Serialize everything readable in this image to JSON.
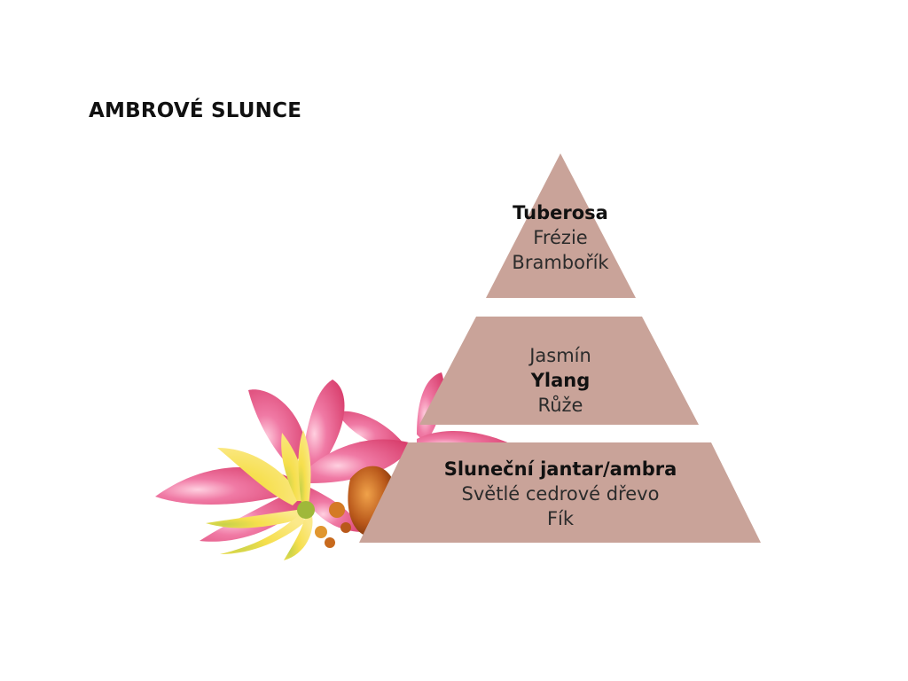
{
  "title": "AMBROVÉ SLUNCE",
  "colors": {
    "pyramid": "#c9a399",
    "petal": "#e8608e",
    "petal_light": "#f4a6c0",
    "ylang": "#f2d545",
    "amber": "#c8661c"
  },
  "pyramid": {
    "top": {
      "notes": [
        "Tuberosa",
        "Frézie",
        "Brambořík"
      ],
      "bold": [
        true,
        false,
        false
      ]
    },
    "middle": {
      "notes": [
        "Jasmín",
        "Ylang",
        "Růže"
      ],
      "bold": [
        false,
        true,
        false
      ]
    },
    "base": {
      "notes": [
        "Sluneční jantar/ambra",
        "Světlé cedrové dřevo",
        "Fík"
      ],
      "bold": [
        true,
        false,
        false
      ]
    }
  }
}
